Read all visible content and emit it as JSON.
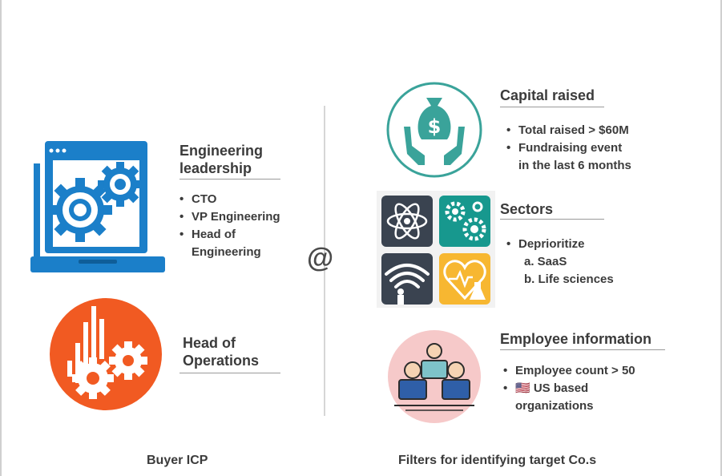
{
  "buyer_icp": {
    "engineering": {
      "title_line1": "Engineering",
      "title_line2": "leadership",
      "items": [
        "CTO",
        "VP Engineering",
        "Head of",
        "Engineering"
      ],
      "icon": "laptop-gears-icon"
    },
    "operations": {
      "title_line1": "Head of",
      "title_line2": "Operations",
      "icon": "chart-gears-icon"
    },
    "caption": "Buyer ICP"
  },
  "connector": {
    "symbol": "@"
  },
  "filters": {
    "capital": {
      "title": "Capital raised",
      "items": [
        "Total raised > $60M",
        "Fundraising event"
      ],
      "continuation": "in the last 6 months",
      "icon": "money-bag-hands-icon"
    },
    "sectors": {
      "title": "Sectors",
      "item": "Deprioritize",
      "sub_items": [
        "a. SaaS",
        "b. Life sciences"
      ],
      "icons": [
        "atom-icon",
        "gears-icon",
        "wifi-person-icon",
        "heart-flask-icon"
      ]
    },
    "employees": {
      "title": "Employee information",
      "items": [
        "Employee count > 50",
        "🇺🇸 US based"
      ],
      "continuation": "organizations",
      "icon": "team-people-icon"
    },
    "caption": "Filters for identifying target Co.s"
  },
  "colors": {
    "blue": "#1b7fc9",
    "orange": "#f15a22",
    "teal": "#3aa39a",
    "dark_slate": "#3a4350",
    "yellow": "#f7b731",
    "pink": "#f6c9c9"
  }
}
